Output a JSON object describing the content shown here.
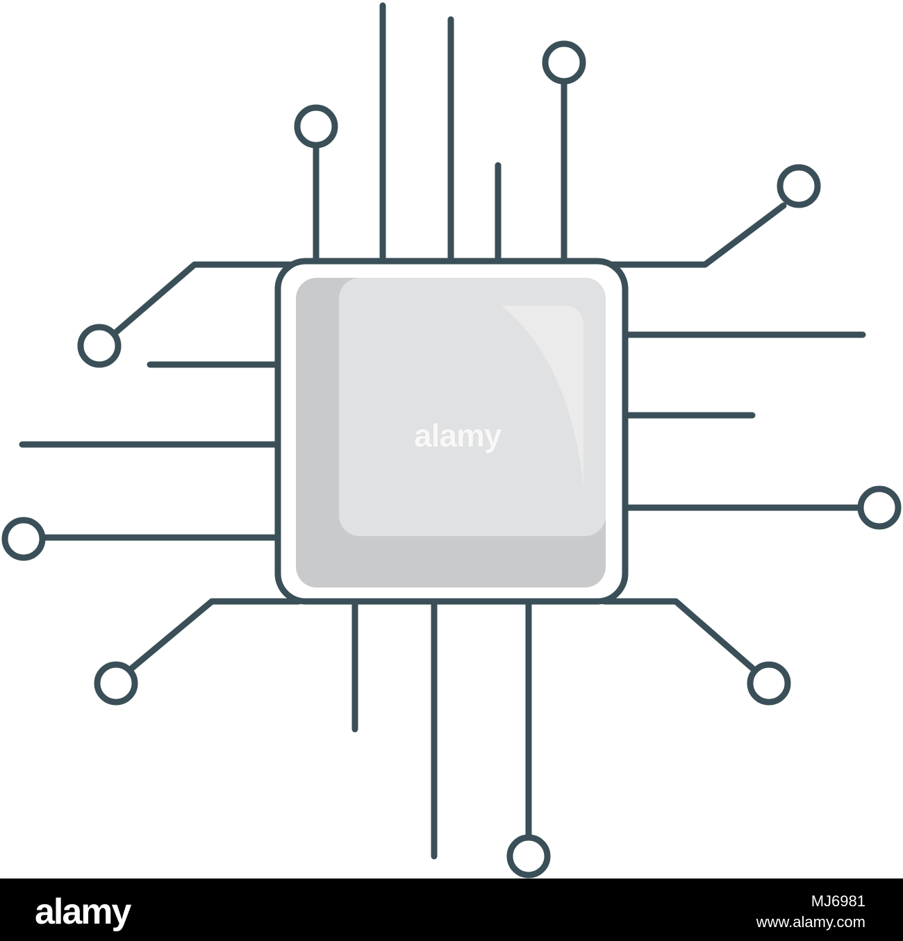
{
  "illustration": {
    "subject_icon": "microchip-icon",
    "colors": {
      "trace": "#3a4f57",
      "chip_border": "#3a4f57",
      "chip_body": "#e0e1e2",
      "chip_shadow": "#c9cacb",
      "chip_highlight": "#ebebeb",
      "background": "#ffffff"
    }
  },
  "watermark": {
    "text": "alamy"
  },
  "footer": {
    "logo": "alamy",
    "image_id": "MJ6981",
    "site": "www.alamy.com",
    "background": "#000000",
    "text_color": "#ffffff"
  }
}
